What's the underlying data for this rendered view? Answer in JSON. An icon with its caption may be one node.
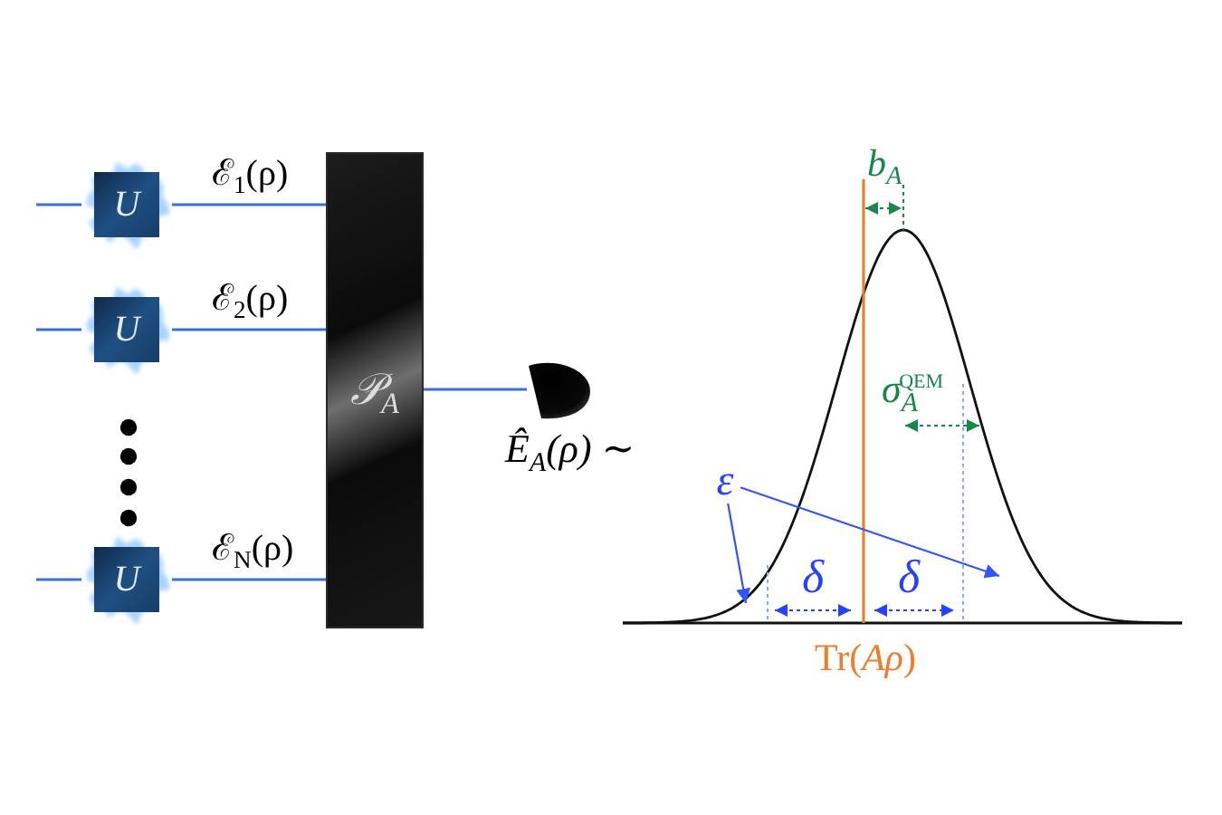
{
  "diagram": {
    "nodes": [
      {
        "text": [
          "U"
        ]
      },
      {
        "text": [
          "U"
        ]
      },
      {
        "text": [
          "U"
        ]
      },
      {
        "text": [
          "𝒫$_{A}$"
        ]
      },
      {
        "text": [],
        "shape": "semicircle",
        "beside": [
          "Ê$_{A}$(ρ) ∼"
        ]
      },
      {
        "text": [
          "ε"
        ]
      }
    ],
    "edges": [
      {
        "from": null,
        "to": 0,
        "arrow": "none"
      },
      {
        "from": 0,
        "to": 3,
        "arrow": "none",
        "label": "ℰ$_{1}$(ρ)"
      },
      {
        "from": null,
        "to": 1,
        "arrow": "none"
      },
      {
        "from": 1,
        "to": 3,
        "arrow": "none",
        "label": "ℰ$_{2}$(ρ)"
      },
      {
        "from": null,
        "to": 2,
        "arrow": "none"
      },
      {
        "from": 2,
        "to": 3,
        "arrow": "none",
        "label": "ℰ$_{N}$(ρ)"
      },
      {
        "from": 3,
        "to": 4,
        "arrow": "none"
      },
      {
        "from": 5,
        "to": null,
        "arrow": "to",
        "color": "#3355ff"
      },
      {
        "from": 5,
        "to": null,
        "arrow": "to",
        "color": "#3355ff"
      }
    ],
    "labels": [
      "b$_{A}$",
      "σ$_{A}$$^{QEM}$",
      "δ",
      "δ",
      "Tr(*Aρ*)"
    ]
  }
}
